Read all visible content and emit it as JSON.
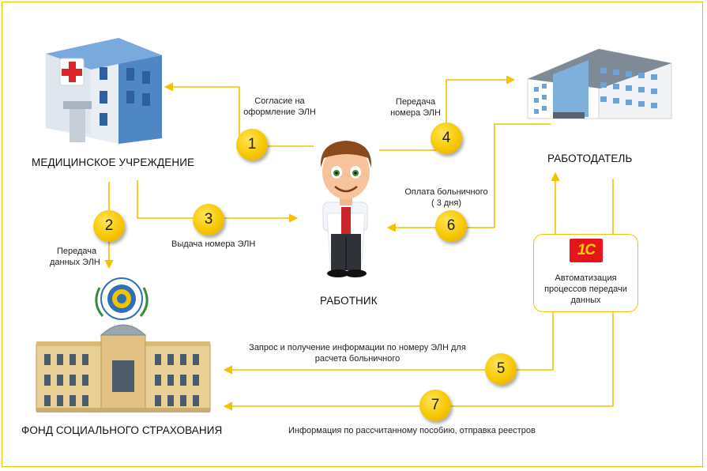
{
  "nodes": {
    "medical": "МЕДИЦИНСКОЕ УЧРЕЖДЕНИЕ",
    "employer": "РАБОТОДАТЕЛЬ",
    "worker": "РАБОТНИК",
    "fss": "ФОНД СОЦИАЛЬНОГО СТРАХОВАНИЯ"
  },
  "automation": {
    "logo": "1С",
    "text_line1": "Автоматизация",
    "text_line2": "процессов передачи",
    "text_line3": "данных"
  },
  "steps": [
    {
      "num": "1",
      "label_line1": "Согласие на",
      "label_line2": "оформление ЭЛН"
    },
    {
      "num": "2",
      "label_line1": "Передача",
      "label_line2": "данных ЭЛН"
    },
    {
      "num": "3",
      "label_line1": "Выдача номера ЭЛН"
    },
    {
      "num": "4",
      "label_line1": "Передача",
      "label_line2": "номера ЭЛН"
    },
    {
      "num": "5",
      "label_line1": "Запрос и получение информации по номеру ЭЛН для",
      "label_line2": "расчета больничного"
    },
    {
      "num": "6",
      "label_line1": "Оплата больничного",
      "label_line2": "( 3 дня)"
    },
    {
      "num": "7",
      "label_line1": "Информация по рассчитанному пособию, отправка реестров"
    }
  ],
  "colors": {
    "accent": "#f6c800",
    "arrow": "#f2c200",
    "logo_red": "#e8141b",
    "logo_yellow": "#ffd200"
  },
  "icons": [
    "hospital-icon",
    "office-building-icon",
    "worker-icon",
    "fss-emblem-icon",
    "fss-building-icon",
    "logo-1c-icon"
  ]
}
